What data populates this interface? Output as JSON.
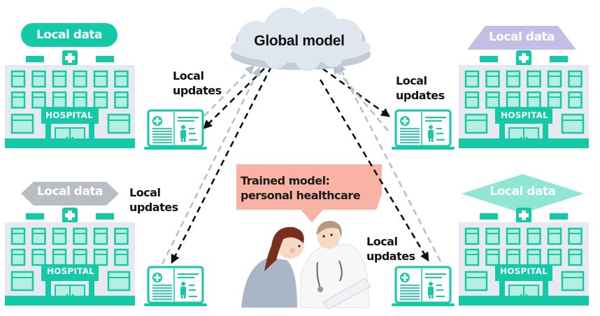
{
  "diagram": {
    "title": "Federated learning in healthcare",
    "colors": {
      "teal": "#14c9a6",
      "teal_light": "#b6efe2",
      "building_bg": "#e6e9ef",
      "cloud": "#dfe6ee",
      "cloud_shadow": "#c3ccd6",
      "arrow_dark": "#111111",
      "arrow_light": "#b7c0cb",
      "banner_salmon": "#f8b3a5",
      "label_lavender": "#c5bde6",
      "label_gray": "#b9bec4",
      "label_mint": "#8fe6d4"
    },
    "global_model": {
      "label": "Global model",
      "icon": "cloud-icon"
    },
    "trained_model": {
      "label": "Trained model:\npersonal healthcare",
      "illustration": "patient-and-doctor-illustration"
    },
    "nodes": [
      {
        "id": "top-left",
        "data_label": "Local data",
        "label_shape": "pill",
        "building_sign": "HOSPITAL",
        "updates_label": "Local\nupdates",
        "device_icon": "laptop-medical-record-icon"
      },
      {
        "id": "top-right",
        "data_label": "Local data",
        "label_shape": "trapezoid",
        "building_sign": "HOSPITAL",
        "updates_label": "Local\nupdates",
        "device_icon": "laptop-medical-record-icon"
      },
      {
        "id": "bottom-left",
        "data_label": "Local data",
        "label_shape": "hexagon",
        "building_sign": "HOSPITAL",
        "updates_label": "Local\nupdates",
        "device_icon": "laptop-medical-record-icon"
      },
      {
        "id": "bottom-right",
        "data_label": "Local data",
        "label_shape": "diamond",
        "building_sign": "HOSPITAL",
        "updates_label": "Local\nupdates",
        "device_icon": "laptop-medical-record-icon"
      }
    ],
    "flows": [
      {
        "from": "global-model",
        "to": "top-left",
        "style": "dark-dashed"
      },
      {
        "from": "top-left",
        "to": "global-model",
        "style": "light-dashed"
      },
      {
        "from": "global-model",
        "to": "top-right",
        "style": "dark-dashed"
      },
      {
        "from": "top-right",
        "to": "global-model",
        "style": "light-dashed"
      },
      {
        "from": "global-model",
        "to": "bottom-left",
        "style": "dark-dashed"
      },
      {
        "from": "bottom-left",
        "to": "global-model",
        "style": "light-dashed"
      },
      {
        "from": "global-model",
        "to": "bottom-right",
        "style": "dark-dashed"
      },
      {
        "from": "bottom-right",
        "to": "global-model",
        "style": "light-dashed"
      }
    ]
  }
}
